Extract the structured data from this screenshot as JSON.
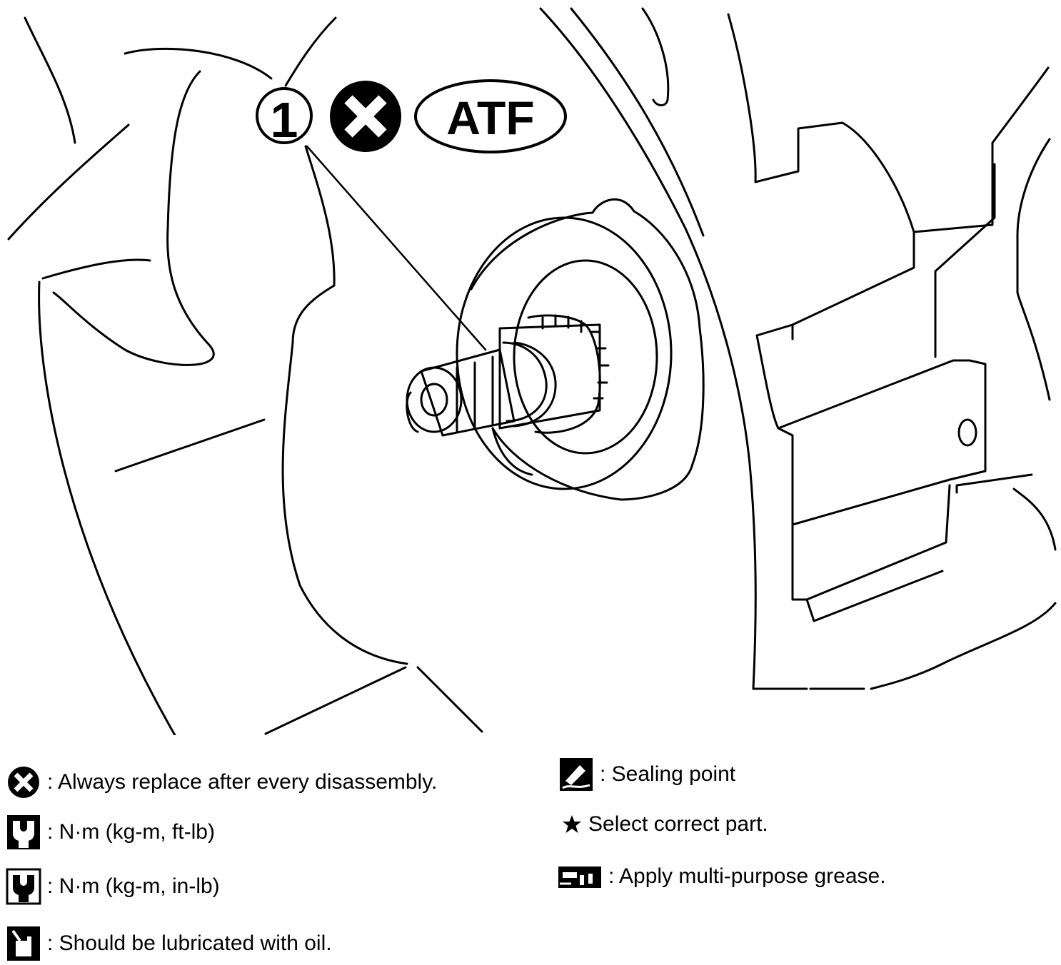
{
  "callouts": {
    "part_number": "1",
    "replace_icon": "x-circle-icon",
    "fluid_label": "ATF"
  },
  "legend": {
    "left": [
      {
        "icon": "x-circle-icon",
        "text": ": Always replace after every disassembly."
      },
      {
        "icon": "wrench-torque-icon",
        "text": ": N·m (kg-m, ft-lb)"
      },
      {
        "icon": "wrench-torque-filled-icon",
        "text": ": N·m (kg-m, in-lb)"
      },
      {
        "icon": "oil-can-icon",
        "text": ": Should be lubricated with oil."
      }
    ],
    "right": [
      {
        "icon": "sealant-icon",
        "text": ": Sealing point"
      },
      {
        "icon": "star-icon",
        "text": "Select correct part."
      },
      {
        "icon": "grease-gun-icon",
        "text": ": Apply multi-purpose grease."
      }
    ]
  },
  "colors": {
    "ink": "#000000",
    "paper": "#ffffff"
  }
}
